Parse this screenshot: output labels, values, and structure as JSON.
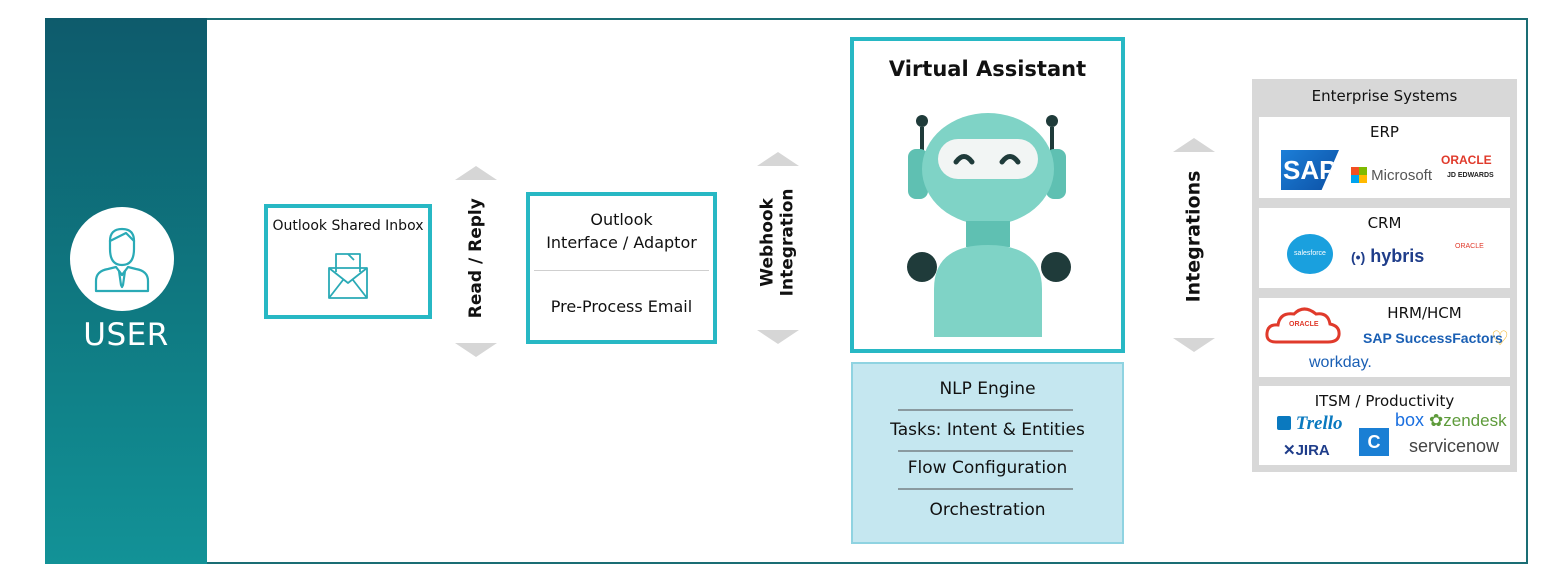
{
  "user": {
    "label": "USER",
    "icon": "user-icon"
  },
  "inbox": {
    "title": "Outlook Shared Inbox",
    "icon": "envelope-icon"
  },
  "read_reply": {
    "label": "Read / Reply"
  },
  "adaptor": {
    "line1": "Outlook",
    "line2": "Interface / Adaptor",
    "line3": "Pre-Process Email"
  },
  "webhook": {
    "line1": "Webhook",
    "line2": "Integration"
  },
  "assistant": {
    "title": "Virtual Assistant",
    "icon": "robot-icon"
  },
  "nlp": {
    "items": [
      "NLP Engine",
      "Tasks: Intent & Entities",
      "Flow Configuration",
      "Orchestration"
    ]
  },
  "integrations": {
    "label": "Integrations"
  },
  "enterprise": {
    "title": "Enterprise Systems",
    "erp": {
      "title": "ERP",
      "logos": [
        "SAP",
        "Microsoft",
        "ORACLE",
        "JD EDWARDS"
      ]
    },
    "crm": {
      "title": "CRM",
      "logos": [
        "salesforce",
        "hybris",
        "ORACLE"
      ]
    },
    "hrm": {
      "title": "HRM/HCM",
      "logos": [
        "ORACLE",
        "SAP SuccessFactors",
        "workday."
      ]
    },
    "itsm": {
      "title": "ITSM / Productivity",
      "logos": [
        "Trello",
        "box",
        "zendesk",
        "JIRA",
        "C",
        "servicenow"
      ]
    }
  },
  "colors": {
    "teal": "#27b8c4",
    "panel_dark": "#0e5b6c",
    "nlp_bg": "#c5e7f0",
    "robot": "#7fd3c6",
    "arrow_gray": "#d6d6d6"
  }
}
